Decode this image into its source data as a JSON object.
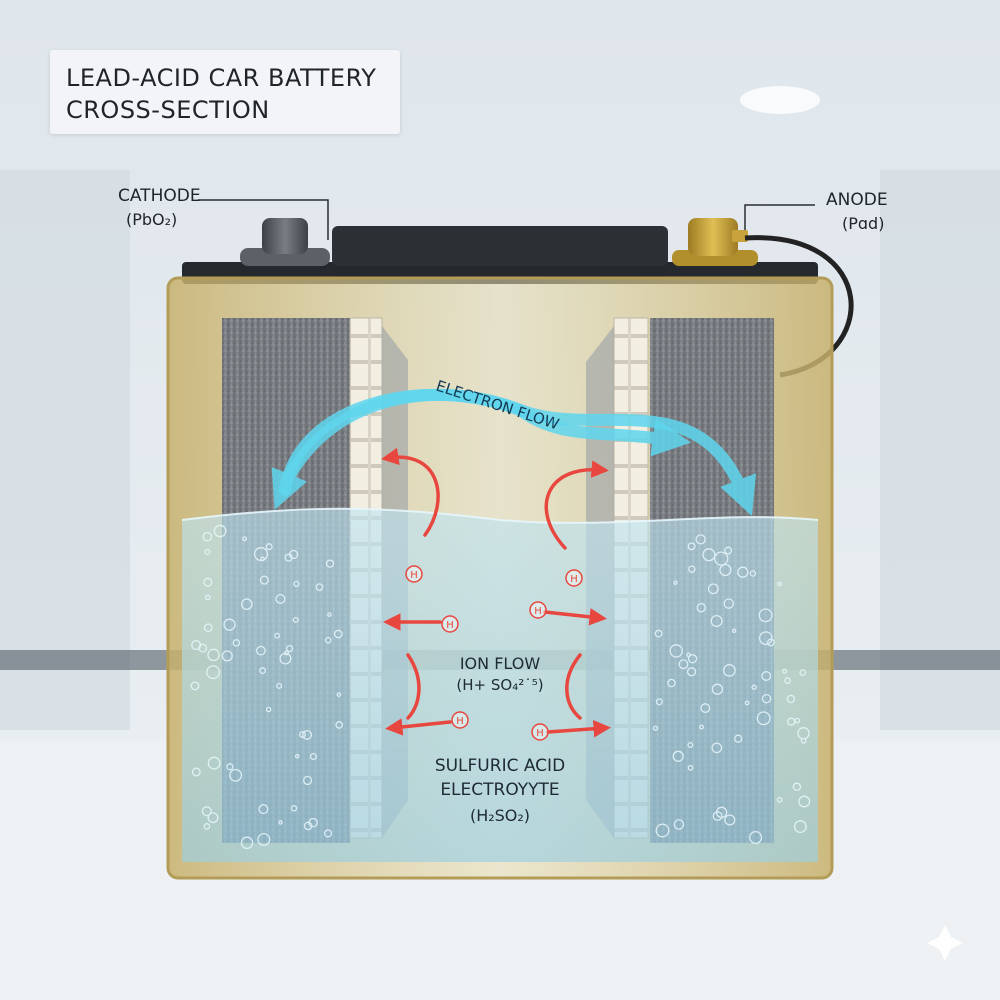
{
  "title": {
    "line1": "LEAD-ACID CAR BATTERY",
    "line2": "CROSS-SECTION"
  },
  "labels": {
    "cathode_name": "CATHODE",
    "cathode_formula": "(PbO₂)",
    "anode_name": "ANODE",
    "anode_formula": "(Pɑd)",
    "electron_flow": "ELECTRON FLOW",
    "ion_flow_line1": "ION FLOW",
    "ion_flow_line2": "(H+ SO₄²˙⁵)",
    "electrolyte_line1": "SULFURIC ACID",
    "electrolyte_line2": "ELECTROYYTE",
    "electrolyte_line3": "(H₂SO₂)"
  },
  "ion_marker": "H",
  "colors": {
    "electron_flow": "#5fd6ee",
    "ion_arrows": "#e8473f",
    "casing": "#c9b36e",
    "electrolyte": "#a9d8ea",
    "plate": "#7b7f84",
    "anode_terminal": "#c8a23a",
    "cathode_terminal": "#5c6066"
  },
  "icons": {
    "sparkle": "sparkle-icon"
  }
}
